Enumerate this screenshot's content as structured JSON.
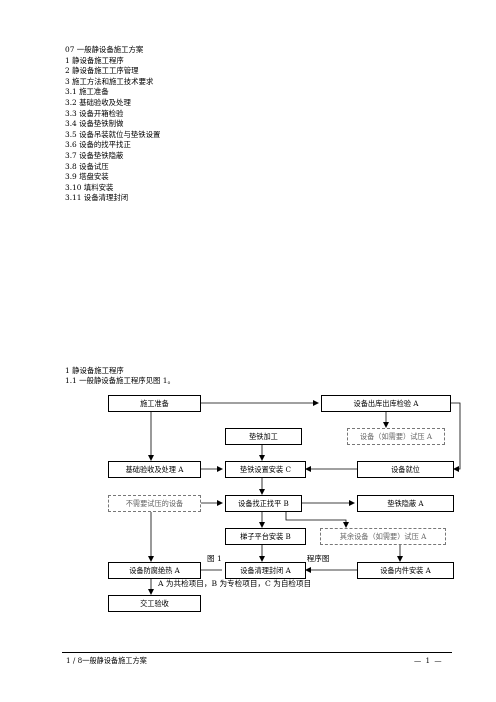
{
  "toc": {
    "title": "07 一般静设备施工方案",
    "items": [
      "1 静设备施工程序",
      "2 静设备施工工序管理",
      "3 施工方法和施工技术要求",
      "3.1 施工准备",
      "3.2 基础验收及处理",
      "3.3 设备开箱检验",
      "3.4 设备垫铁制做",
      "3.5 设备吊装就位与垫铁设置",
      "3.6 设备的找平找正",
      "3.7 设备垫铁隐蔽",
      "3.8 设备试压",
      "3.9   塔盘安装",
      "3.10 填料安装",
      "3.11 设备清理封闭"
    ]
  },
  "section": {
    "heading": "1 静设备施工程序",
    "intro": "1.1 一般静设备施工程序见图 1。"
  },
  "flow": {
    "boxes": {
      "prep": "施工准备",
      "inspect": "设备出库出库检验 A",
      "shim_make": "垫铁加工",
      "pressure_test_opt": "设备（如需要）试压 A",
      "foundation": "基础验收及处理 A",
      "shim_install": "垫铁设置安装 C",
      "positioning": "设备就位",
      "no_test": "不需要试压的设备",
      "leveling": "设备找正找平 B",
      "shim_conceal": "垫铁隐蔽 A",
      "ladder": "梯子平台安装 B",
      "other_test": "其余设备（如需要）试压 A",
      "insulation": "设备防腐绝热 A",
      "cleaning": "设备清理封闭 A",
      "internals": "设备内件安装 A",
      "acceptance": "交工验收"
    },
    "caption": "图 1",
    "caption_tail": "程序图",
    "legend": "A 为共检项目，B 为专检项目，C 为自检项目"
  },
  "footer": {
    "left": "1 / 8一般静设备施工方案",
    "right": "— 1 —"
  }
}
